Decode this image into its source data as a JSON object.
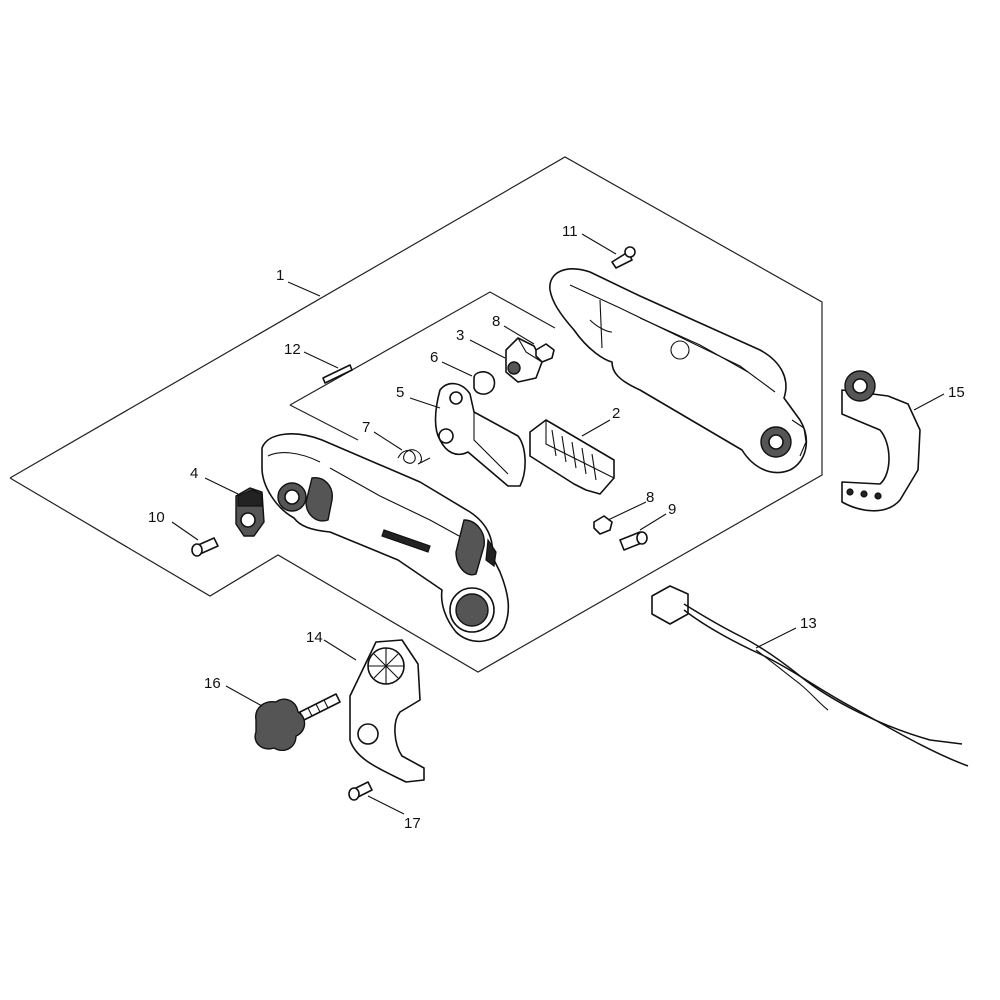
{
  "callouts": {
    "c1": "1",
    "c2": "2",
    "c3": "3",
    "c4": "4",
    "c5": "5",
    "c6": "6",
    "c7": "7",
    "c8a": "8",
    "c8b": "8",
    "c9": "9",
    "c10": "10",
    "c11": "11",
    "c12": "12",
    "c13": "13",
    "c14": "14",
    "c15": "15",
    "c16": "16",
    "c17": "17"
  },
  "parts": {
    "assembly": "handle-assembly",
    "icons": [
      "handle-left-half",
      "handle-right-half",
      "throttle-trigger",
      "switch",
      "lockout-lever",
      "spring",
      "pin",
      "screw",
      "nut",
      "knob-bolt",
      "bracket",
      "bracket-clamp",
      "wire-harness"
    ]
  }
}
